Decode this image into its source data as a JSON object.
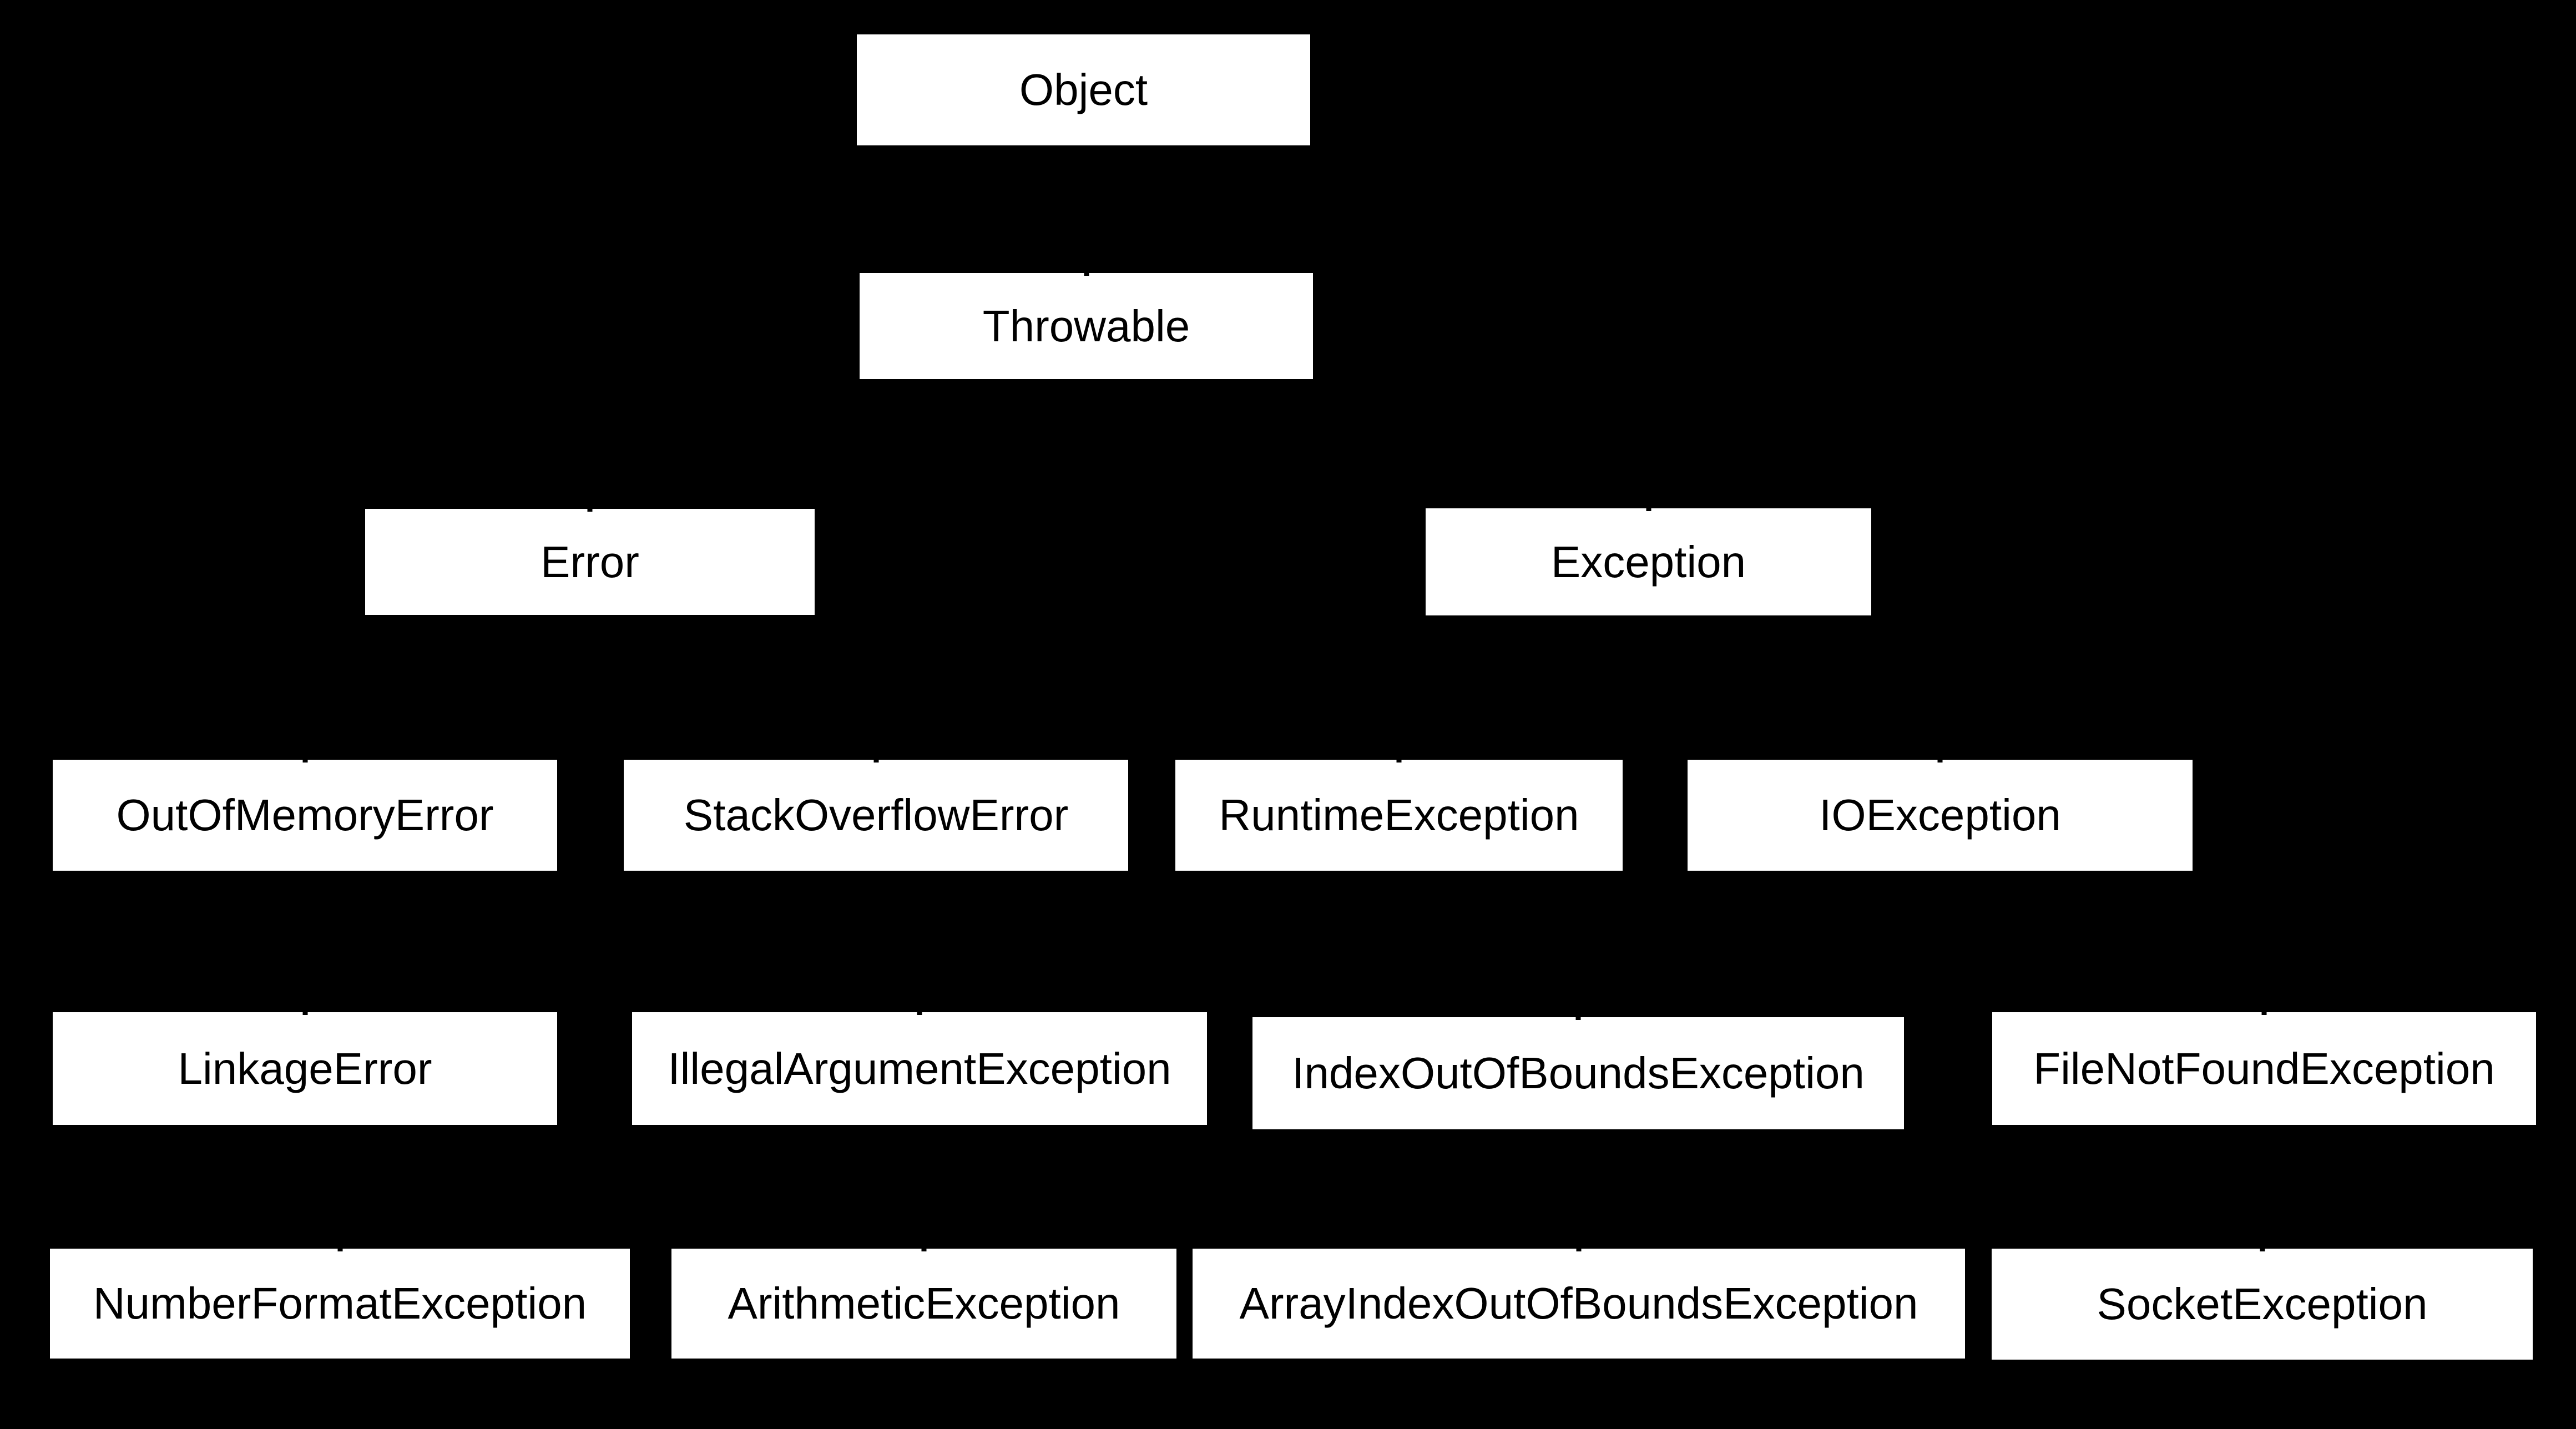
{
  "canvas": {
    "background_color": "#000000",
    "box_fill_color": "#ffffff",
    "box_text_color": "#000000"
  },
  "diagram": {
    "type": "class-hierarchy-tree",
    "nodes": {
      "object": {
        "label": "Object"
      },
      "throwable": {
        "label": "Throwable"
      },
      "error": {
        "label": "Error"
      },
      "exception": {
        "label": "Exception"
      },
      "outOfMemoryError": {
        "label": "OutOfMemoryError"
      },
      "stackOverflowError": {
        "label": "StackOverflowError"
      },
      "runtimeException": {
        "label": "RuntimeException"
      },
      "ioException": {
        "label": "IOException"
      },
      "linkageError": {
        "label": "LinkageError"
      },
      "illegalArgumentException": {
        "label": "IllegalArgumentException"
      },
      "indexOutOfBoundsException": {
        "label": "IndexOutOfBoundsException"
      },
      "fileNotFoundException": {
        "label": "FileNotFoundException"
      },
      "numberFormatException": {
        "label": "NumberFormatException"
      },
      "arithmeticException": {
        "label": "ArithmeticException"
      },
      "arrayIndexOutOfBoundsException": {
        "label": "ArrayIndexOutOfBoundsException"
      },
      "socketException": {
        "label": "SocketException"
      }
    }
  }
}
